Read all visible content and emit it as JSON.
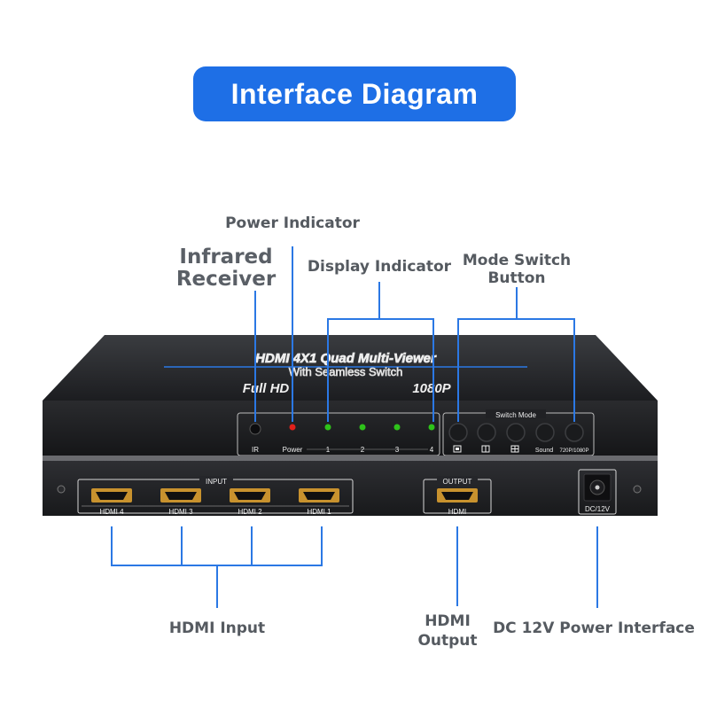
{
  "title": "Interface Diagram",
  "callouts": {
    "power_indicator": "Power Indicator",
    "infrared_receiver": [
      "Infrared",
      "Receiver"
    ],
    "display_indicator": "Display Indicator",
    "mode_switch_button": [
      "Mode Switch",
      "Button"
    ],
    "hdmi_input": "HDMI Input",
    "hdmi_output": [
      "HDMI",
      "Output"
    ],
    "dc_power_interface": "DC 12V Power Interface"
  },
  "device": {
    "top_print": {
      "line1": "HDMI 4X1 Quad Multi-Viewer",
      "line2": "With Seamless Switch",
      "brand": "Full HD",
      "resolution": "1080P"
    },
    "front_panel": {
      "ir_label": "IR",
      "power_label": "Power",
      "channel_labels": [
        "1",
        "2",
        "3",
        "4"
      ],
      "switch_mode_label": "Switch Mode",
      "button_labels": [
        "Sound",
        "720P/1080P"
      ],
      "button_icons": [
        "full-screen-icon",
        "pip-icon",
        "quad-split-icon"
      ]
    },
    "rear_panel": {
      "input_group_label": "INPUT",
      "input_ports": [
        "HDMI 4",
        "HDMI 3",
        "HDMI 2",
        "HDMI 1"
      ],
      "output_group_label": "OUTPUT",
      "output_port": "HDMI",
      "dc_label": "DC/12V"
    }
  },
  "colors": {
    "accent_blue": "#1e6fe6",
    "leader_line": "#2b78e4",
    "label_gray": "#555a60",
    "power_led": "#e0201a",
    "display_led": "#2ec21a",
    "hdmi_port_gold": "#c8922e"
  }
}
